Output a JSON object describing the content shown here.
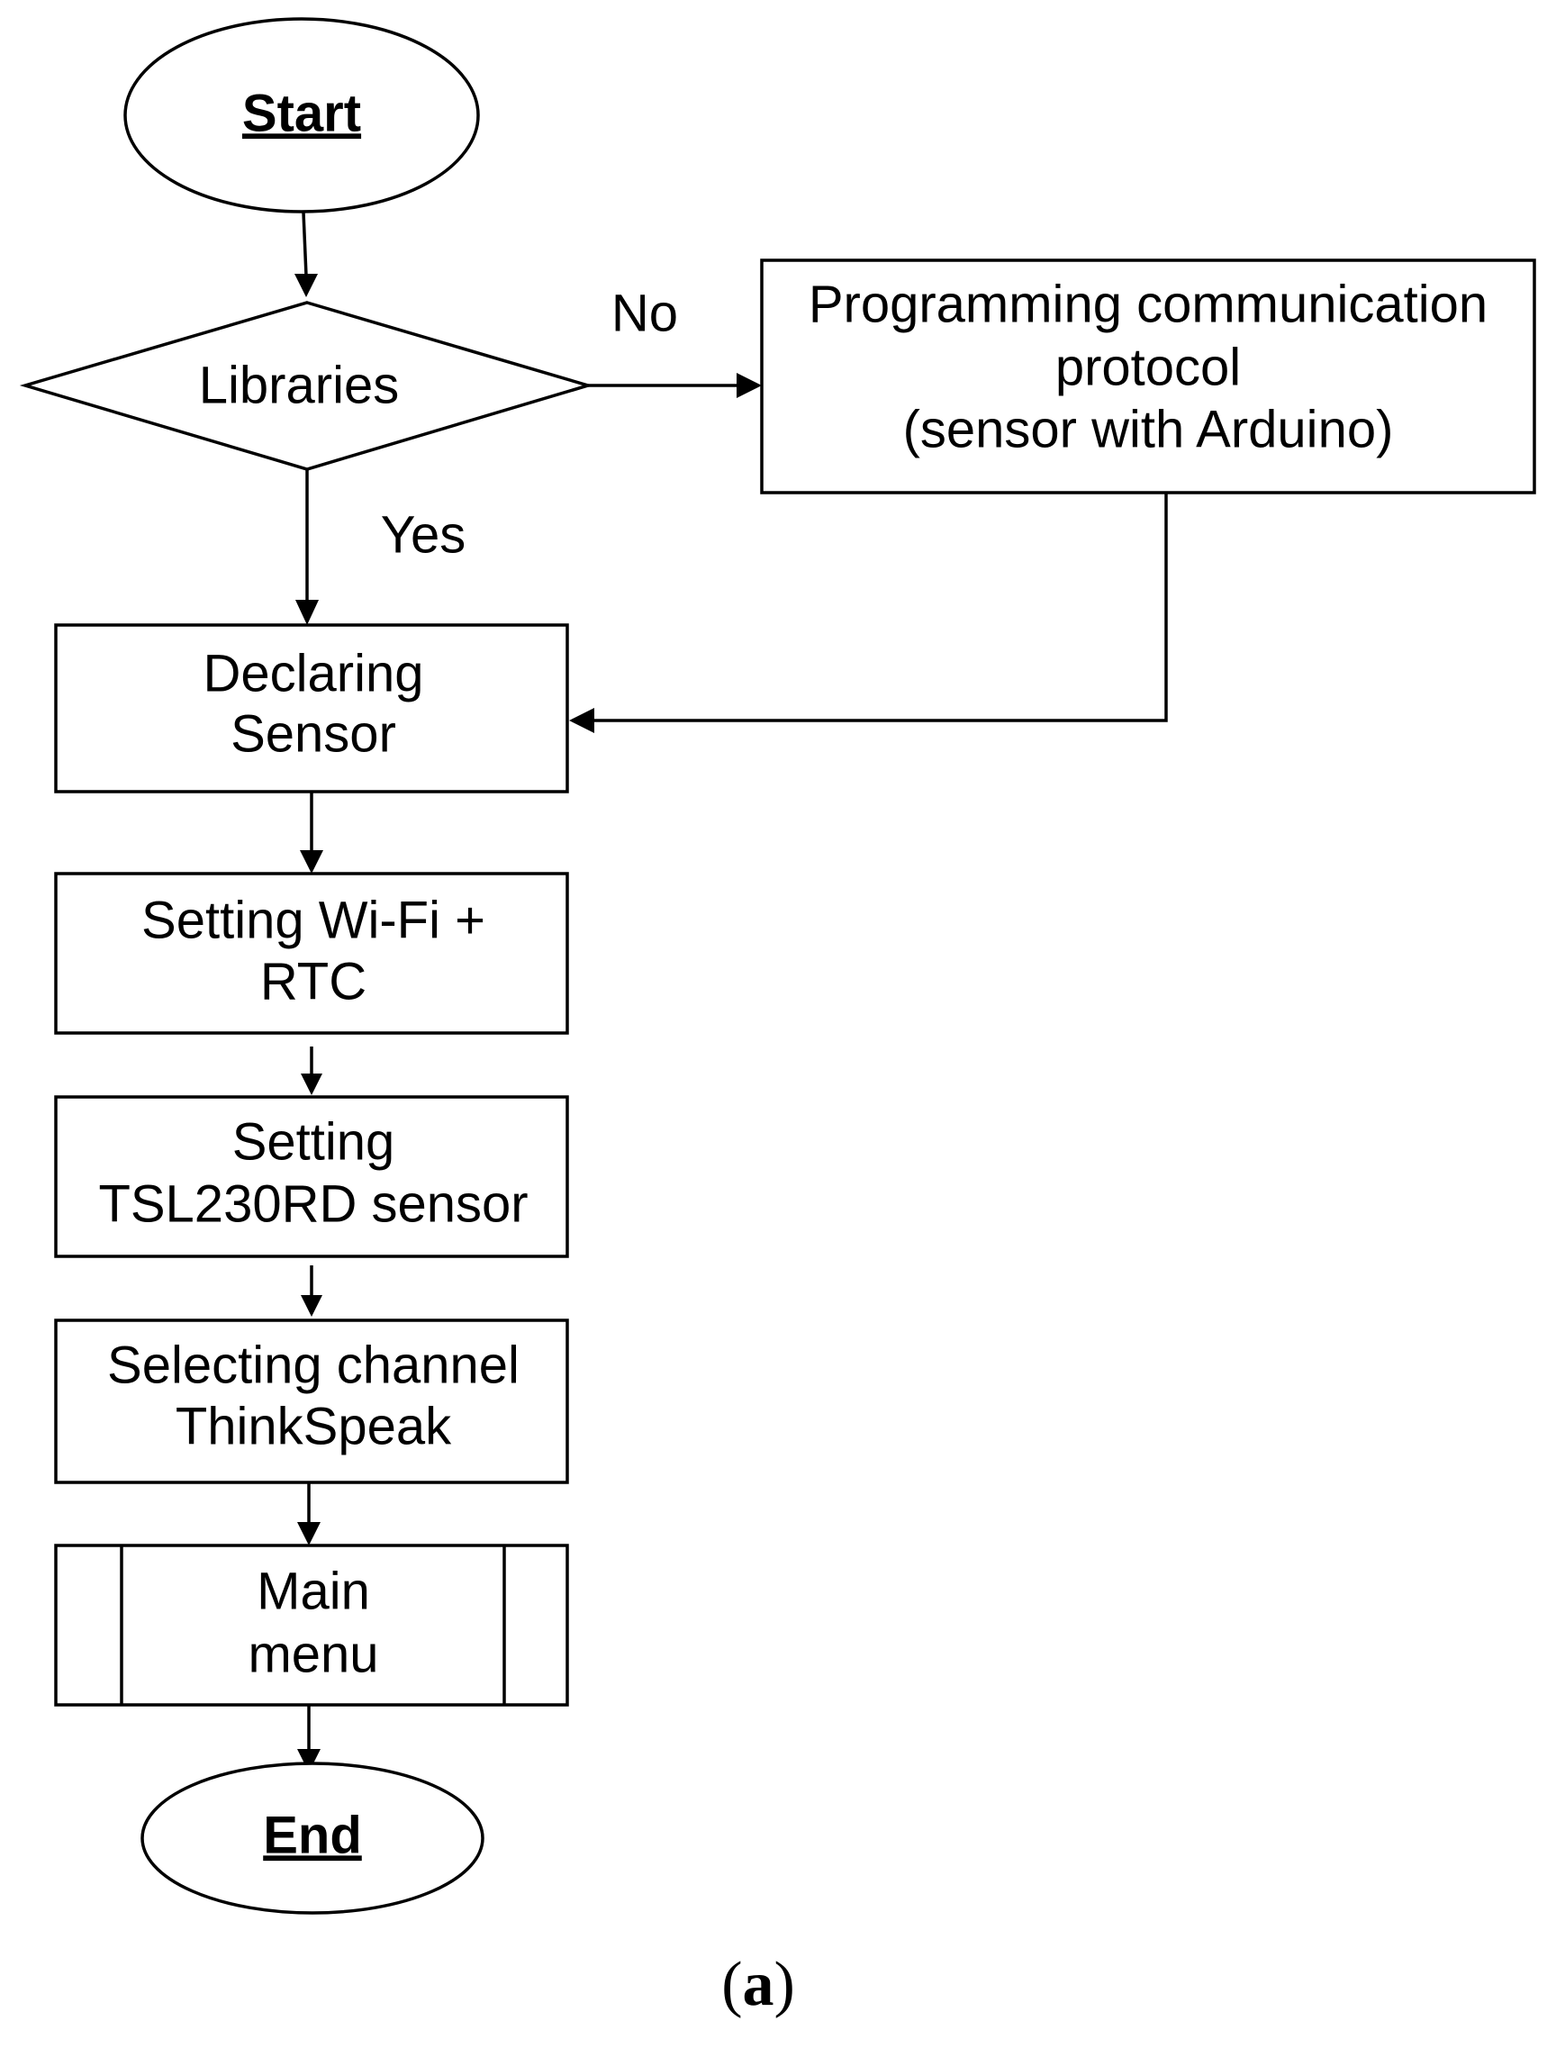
{
  "flowchart": {
    "start": "Start",
    "decision": "Libraries",
    "branch_no": "No",
    "branch_yes": "Yes",
    "protocol": {
      "line1": "Programming communication",
      "line2": "protocol",
      "line3": "(sensor with Arduino)"
    },
    "declaring": {
      "line1": "Declaring",
      "line2": "Sensor"
    },
    "wifi": {
      "line1": "Setting Wi-Fi +",
      "line2": "RTC"
    },
    "tsl": {
      "line1": "Setting",
      "line2": "TSL230RD sensor"
    },
    "channel": {
      "line1": "Selecting channel",
      "line2": "ThinkSpeak"
    },
    "menu": {
      "line1": "Main",
      "line2": "menu"
    },
    "end": "End"
  },
  "caption": {
    "open": "(",
    "letter": "a",
    "close": ")"
  }
}
